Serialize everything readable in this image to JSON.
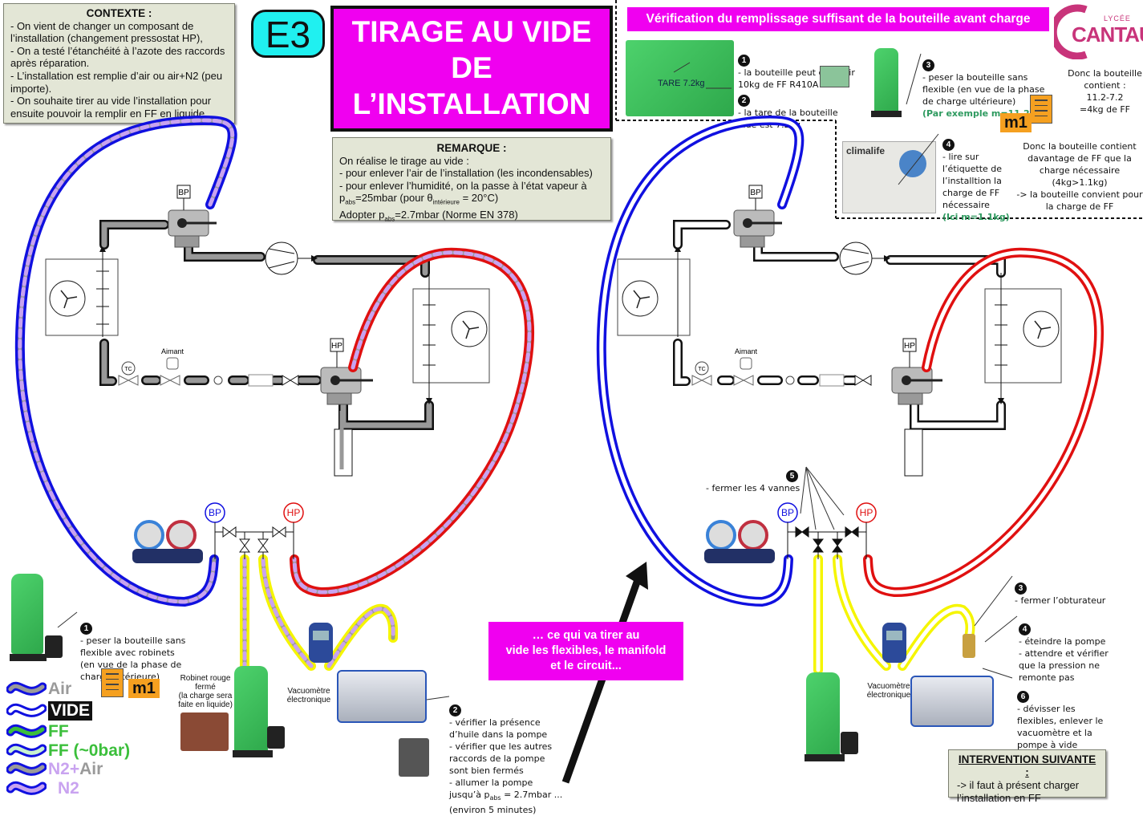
{
  "context": {
    "title": "CONTEXTE :",
    "body": "- On vient de changer un composant de l’installation (changement pressostat HP),\n- On a testé l’étanchéité à l’azote des raccords après réparation.\n- L’installation est remplie d’air ou air+N2 (peu importe).\n- On souhaite tirer au vide l’installation pour ensuite pouvoir la remplir en FF en liquide."
  },
  "badge": "E3",
  "title": "TIRAGE AU VIDE DE L’INSTALLATION",
  "remark": {
    "title": "REMARQUE :",
    "line1": "On réalise le tirage au vide :",
    "line2": "- pour enlever l’air de l’installation (les incondensables)",
    "line3": "- pour enlever l’humidité, on la passe à l’état vapeur à",
    "line4_p": "p",
    "line4_sub": "abs",
    "line4_rest": "=25mbar (pour θ",
    "line4_sub2": "intérieure",
    "line4_end": " = 20°C)",
    "line5_a": "Adopter p",
    "line5_sub": "abs",
    "line5_b": "=2.7mbar (Norme EN 378)"
  },
  "verification": {
    "banner": "Vérification du remplissage suffisant de la bouteille avant charge",
    "step1": {
      "num": "1",
      "text": "- la bouteille peut contenir\n10kg de FF R410A"
    },
    "step2": {
      "num": "2",
      "text": "- la tare de la bouteille\nvide est 7.2kg"
    },
    "photo_tare": "TARE 7.2kg",
    "step3": {
      "num": "3",
      "text": "- peser la bouteille sans\nflexible (en vue de la phase\nde charge ultérieure)",
      "example": "(Par exemple m=11.2kg)"
    },
    "m1": "m1",
    "conclusion1": "Donc la bouteille\ncontient :\n11.2-7.2\n=4kg de FF",
    "step4": {
      "num": "4",
      "text": "- lire sur\nl’étiquette de\nl’installtion la\ncharge de FF\nnécessaire",
      "example": "(Ici m=1.1kg)"
    },
    "label_brand": "climalife",
    "conclusion2": "Donc la bouteille contient\ndavantage de FF que la\ncharge nécessaire\n(4kg>1.1kg)\n-> la bouteille convient pour\nla charge de FF"
  },
  "logo": {
    "school": "LYCÉE",
    "name": "CANTAU"
  },
  "circuit_labels": {
    "bp": "BP",
    "hp": "HP",
    "tc": "TC",
    "magnet": "Aimant"
  },
  "manifold": {
    "bp": "BP",
    "hp": "HP"
  },
  "left_steps": {
    "step1": {
      "num": "1",
      "text": "- peser la bouteille sans\nflexible avec robinets\n(en vue de la phase de\ncharge ultérieure)"
    },
    "m1": "m1",
    "red_valve": "Robinet rouge\nfermé\n(la charge sera\nfaite en liquide)",
    "vacuometer": "Vacuomètre\nélectronique",
    "step2": {
      "num": "2",
      "text_a": "- vérifier la présence\nd’huile dans la pompe\n- vérifier que les autres\nraccords de la pompe\nsont  bien fermés\n- allumer la pompe\njusqu’à p",
      "sub": "abs",
      "text_b": " = 2.7mbar ...\n(environ 5 minutes)"
    }
  },
  "pink_note": "… ce qui va tirer au\nvide les flexibles, le manifold\net le circuit...",
  "right_steps": {
    "step5": {
      "num": "5",
      "text": "- fermer les 4 vannes"
    },
    "step3": {
      "num": "3",
      "text": "- fermer l’obturateur"
    },
    "step4": {
      "num": "4",
      "text": "- éteindre la pompe\n- attendre et vérifier\nque la pression ne\nremonte pas"
    },
    "step6": {
      "num": "6",
      "text": "- dévisser les\nflexibles, enlever le\nvacuomètre et la\npompe à vide"
    },
    "vacuometer": "Vacuomètre\nélectronique"
  },
  "next": {
    "title": "INTERVENTION SUIVANTE :",
    "body": "-> il faut à présent charger\nl’installation en FF"
  },
  "legend": [
    {
      "label": "Air",
      "color": "#9a9a9a",
      "fill": "#9a9a9a"
    },
    {
      "label": "VIDE",
      "color": "#ffffff",
      "fill": "#ffffff",
      "inverse": true
    },
    {
      "label": "FF",
      "color": "#3bbf3b",
      "fill": "#3bbf3b"
    },
    {
      "label": "FF (~0bar)",
      "color": "#3bbf3b",
      "fill": "#c8f2d0"
    },
    {
      "label_a": "N2+",
      "label_b": " Air",
      "color": "#c9a3f0",
      "fill": "#9a9a9a"
    },
    {
      "label": "N2",
      "color": "#c9a3f0",
      "fill": "#c9a3f0"
    }
  ],
  "colors": {
    "magenta": "#f000f0",
    "cyan": "#20f0f0",
    "bp_blue": "#1010e0",
    "hp_red": "#e01010",
    "charge_yellow": "#f5f500",
    "n2_lilac": "#c9a3f0",
    "air_grey": "#9a9a9a",
    "note_bg": "#e3e6d6"
  }
}
